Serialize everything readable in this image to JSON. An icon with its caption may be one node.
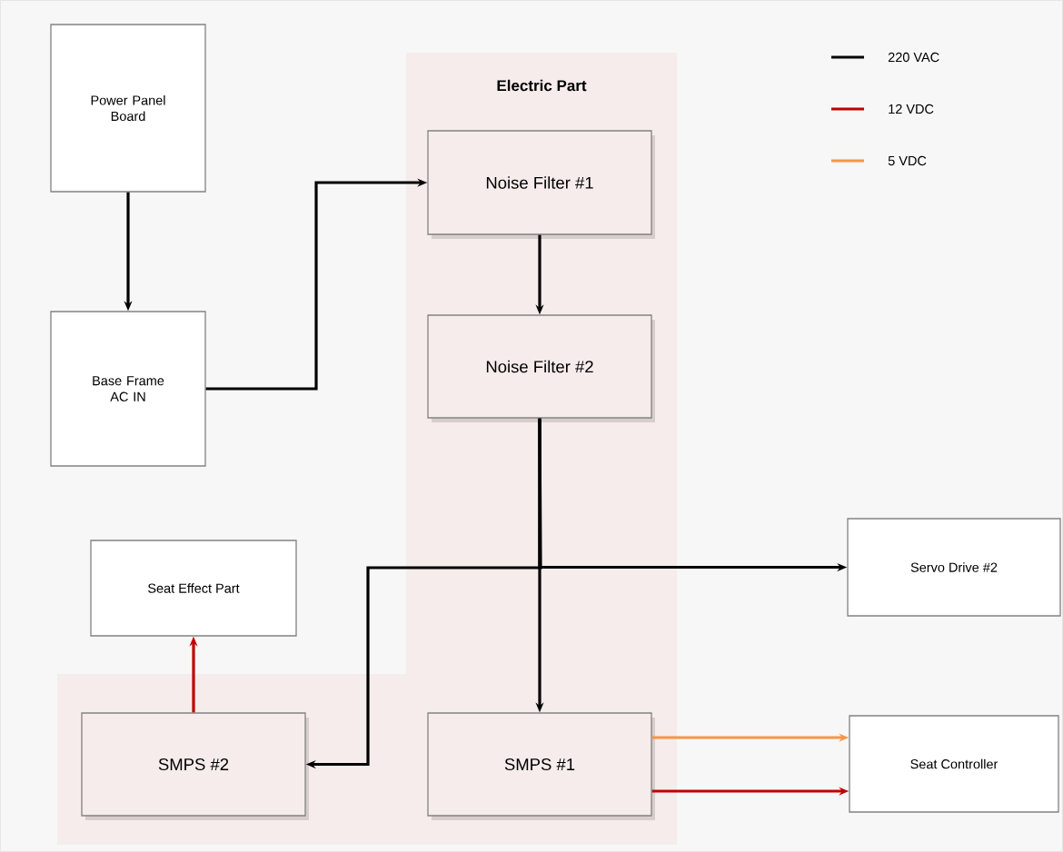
{
  "diagram": {
    "nodes": [
      {
        "text": [
          "Power Panel Board"
        ]
      },
      {
        "text": [
          "Base Frame AC IN"
        ]
      },
      {
        "text": [
          "Electric Part"
        ]
      },
      {
        "text": [
          "Noise Filter #1"
        ],
        "in": 2
      },
      {
        "text": [
          "Noise Filter #2"
        ],
        "in": 2
      },
      {
        "text": [
          "Seat Effect Part"
        ]
      },
      {
        "text": [
          "Servo Drive #2"
        ]
      },
      {
        "text": [
          "SMPS #2"
        ],
        "in": 2
      },
      {
        "text": [
          "SMPS #1"
        ],
        "in": 2
      },
      {
        "text": [
          "Seat Controller"
        ]
      }
    ],
    "edges": [
      {
        "from": 0,
        "to": 1,
        "arrow": "to"
      },
      {
        "from": 1,
        "to": 3,
        "arrow": "to"
      },
      {
        "from": 3,
        "to": 4,
        "arrow": "to"
      },
      {
        "from": 4,
        "to": 8,
        "arrow": "to"
      },
      {
        "from": 4,
        "to": 6,
        "arrow": "to"
      },
      {
        "from": 4,
        "to": 7,
        "arrow": "to"
      },
      {
        "from": 7,
        "to": 5,
        "arrow": "to",
        "color": "#c00000"
      },
      {
        "from": 8,
        "to": 9,
        "arrow": "to",
        "color": "#f79646"
      },
      {
        "from": 8,
        "to": 9,
        "arrow": "to",
        "color": "#c00000"
      }
    ],
    "legend": [
      {
        "text": "220 VAC",
        "color": "#000000"
      },
      {
        "text": "12 VDC",
        "color": "#c00000"
      },
      {
        "text": "5 VDC",
        "color": "#f79646"
      }
    ]
  }
}
